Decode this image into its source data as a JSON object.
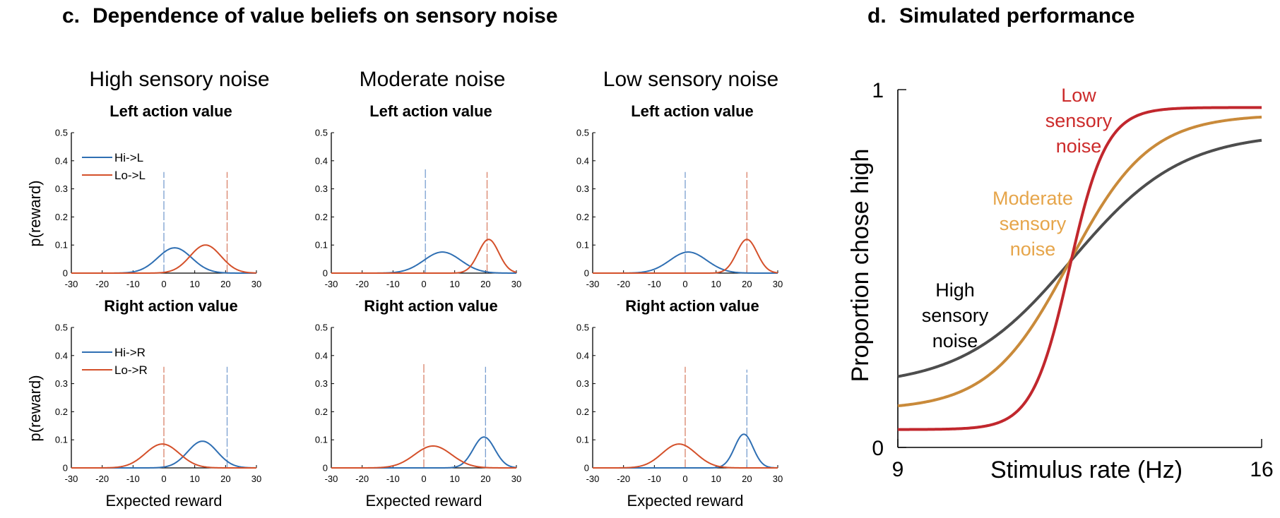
{
  "colors": {
    "blue": "#2f6fb3",
    "orange": "#d4502a",
    "blue_dash": "#7a9fd0",
    "orange_dash": "#d9826a",
    "red": "#c1272d",
    "gold": "#c98a3a",
    "gray": "#4d4d4d",
    "gold_text": "#e6a54a",
    "red_text": "#cc2b2b"
  },
  "panel_c": {
    "label": "c.",
    "title": "Dependence of value beliefs on sensory noise",
    "group_titles": [
      "High sensory noise",
      "Moderate noise",
      "Low sensory noise"
    ],
    "row_titles": [
      "Left action value",
      "Right action value"
    ],
    "ylabel": "p(reward)",
    "xlabel": "Expected reward",
    "legend_left": [
      "Hi->L",
      "Lo->L"
    ],
    "legend_right": [
      "Hi->R",
      "Lo->R"
    ]
  },
  "panel_d": {
    "label": "d.",
    "title": "Simulated performance",
    "ylabel": "Proportion chose high",
    "xlabel": "Stimulus rate (Hz)",
    "annotations": {
      "low": [
        "Low",
        "sensory",
        "noise"
      ],
      "moderate": [
        "Moderate",
        "sensory",
        "noise"
      ],
      "high": [
        "High",
        "sensory",
        "noise"
      ]
    }
  },
  "chart_data": [
    {
      "type": "line",
      "id": "high-left",
      "title": "Left action value",
      "group": "High sensory noise",
      "ylabel": "p(reward)",
      "xlabel": "",
      "xlim": [
        -30,
        30
      ],
      "ylim": [
        0,
        0.5
      ],
      "xticks": [
        -30,
        -20,
        -10,
        0,
        10,
        20,
        30
      ],
      "yticks": [
        0,
        0.1,
        0.2,
        0.3,
        0.4,
        0.5
      ],
      "series": [
        {
          "name": "Hi->L",
          "kind": "gaussian",
          "mean": 3.5,
          "sd": 5.5,
          "peak": 0.09
        },
        {
          "name": "Lo->L",
          "kind": "gaussian",
          "mean": 13.5,
          "sd": 5.0,
          "peak": 0.1
        }
      ],
      "vlines": [
        {
          "x": 0,
          "top": 0.36,
          "color": "blue"
        },
        {
          "x": 20.5,
          "top": 0.36,
          "color": "orange"
        }
      ],
      "legend": "top-left"
    },
    {
      "type": "line",
      "id": "moderate-left",
      "title": "Left action value",
      "group": "Moderate noise",
      "ylabel": "",
      "xlabel": "",
      "xlim": [
        -30,
        30
      ],
      "ylim": [
        0,
        0.5
      ],
      "xticks": [
        -30,
        -20,
        -10,
        0,
        10,
        20,
        30
      ],
      "yticks": [
        0,
        0.1,
        0.2,
        0.3,
        0.4,
        0.5
      ],
      "series": [
        {
          "kind": "gaussian",
          "mean": 6.0,
          "sd": 6.0,
          "peak": 0.075
        },
        {
          "kind": "gaussian",
          "mean": 21.0,
          "sd": 3.3,
          "peak": 0.12
        }
      ],
      "vlines": [
        {
          "x": 0.5,
          "top": 0.37,
          "color": "blue"
        },
        {
          "x": 20.5,
          "top": 0.36,
          "color": "orange"
        }
      ]
    },
    {
      "type": "line",
      "id": "low-left",
      "title": "Left action value",
      "group": "Low sensory noise",
      "ylabel": "",
      "xlabel": "",
      "xlim": [
        -30,
        30
      ],
      "ylim": [
        0,
        0.5
      ],
      "xticks": [
        -30,
        -20,
        -10,
        0,
        10,
        20,
        30
      ],
      "yticks": [
        0,
        0.1,
        0.2,
        0.3,
        0.4,
        0.5
      ],
      "series": [
        {
          "kind": "gaussian",
          "mean": 1.0,
          "sd": 6.0,
          "peak": 0.075
        },
        {
          "kind": "gaussian",
          "mean": 20.0,
          "sd": 3.3,
          "peak": 0.12
        }
      ],
      "vlines": [
        {
          "x": 0,
          "top": 0.36,
          "color": "blue"
        },
        {
          "x": 20,
          "top": 0.36,
          "color": "orange"
        }
      ]
    },
    {
      "type": "line",
      "id": "high-right",
      "title": "Right action value",
      "group": "High sensory noise",
      "ylabel": "p(reward)",
      "xlabel": "Expected reward",
      "xlim": [
        -30,
        30
      ],
      "ylim": [
        0,
        0.5
      ],
      "xticks": [
        -30,
        -20,
        -10,
        0,
        10,
        20,
        30
      ],
      "yticks": [
        0,
        0.1,
        0.2,
        0.3,
        0.4,
        0.5
      ],
      "series": [
        {
          "name": "Hi->R",
          "kind": "gaussian",
          "mean": 12.5,
          "sd": 4.8,
          "peak": 0.095
        },
        {
          "name": "Lo->R",
          "kind": "gaussian",
          "mean": -0.5,
          "sd": 5.5,
          "peak": 0.085
        }
      ],
      "vlines": [
        {
          "x": 0,
          "top": 0.36,
          "color": "orange"
        },
        {
          "x": 20.5,
          "top": 0.36,
          "color": "blue"
        }
      ],
      "legend": "top-left"
    },
    {
      "type": "line",
      "id": "moderate-right",
      "title": "Right action value",
      "group": "Moderate noise",
      "ylabel": "",
      "xlabel": "Expected reward",
      "xlim": [
        -30,
        30
      ],
      "ylim": [
        0,
        0.5
      ],
      "xticks": [
        -30,
        -20,
        -10,
        0,
        10,
        20,
        30
      ],
      "yticks": [
        0,
        0.1,
        0.2,
        0.3,
        0.4,
        0.5
      ],
      "series": [
        {
          "kind": "gaussian",
          "mean": 19.5,
          "sd": 3.5,
          "peak": 0.11
        },
        {
          "kind": "gaussian",
          "mean": 3.0,
          "sd": 6.0,
          "peak": 0.078
        }
      ],
      "vlines": [
        {
          "x": 0,
          "top": 0.37,
          "color": "orange"
        },
        {
          "x": 20,
          "top": 0.36,
          "color": "blue"
        }
      ]
    },
    {
      "type": "line",
      "id": "low-right",
      "title": "Right action value",
      "group": "Low sensory noise",
      "ylabel": "",
      "xlabel": "Expected reward",
      "xlim": [
        -30,
        30
      ],
      "ylim": [
        0,
        0.5
      ],
      "xticks": [
        -30,
        -20,
        -10,
        0,
        10,
        20,
        30
      ],
      "yticks": [
        0,
        0.1,
        0.2,
        0.3,
        0.4,
        0.5
      ],
      "series": [
        {
          "kind": "gaussian",
          "mean": 19.0,
          "sd": 3.0,
          "peak": 0.12
        },
        {
          "kind": "gaussian",
          "mean": -2.0,
          "sd": 5.5,
          "peak": 0.085
        }
      ],
      "vlines": [
        {
          "x": 0,
          "top": 0.36,
          "color": "orange"
        },
        {
          "x": 20,
          "top": 0.35,
          "color": "blue"
        }
      ]
    },
    {
      "type": "line",
      "id": "simulated-performance",
      "title": "Simulated performance",
      "ylabel": "Proportion chose high",
      "xlabel": "Stimulus rate (Hz)",
      "xlim": [
        9,
        16
      ],
      "ylim": [
        0,
        1
      ],
      "xticks": [
        9,
        16
      ],
      "yticks": [
        0,
        1
      ],
      "series": [
        {
          "kind": "logistic",
          "color": "gray",
          "lo": 0.17,
          "hi": 0.88,
          "mid": 12.35,
          "slope": 0.95
        },
        {
          "kind": "logistic",
          "color": "gold",
          "lo": 0.105,
          "hi": 0.93,
          "mid": 12.3,
          "slope": 1.3
        },
        {
          "kind": "logistic",
          "color": "red",
          "lo": 0.05,
          "hi": 0.95,
          "mid": 12.3,
          "slope": 2.8
        }
      ]
    }
  ]
}
